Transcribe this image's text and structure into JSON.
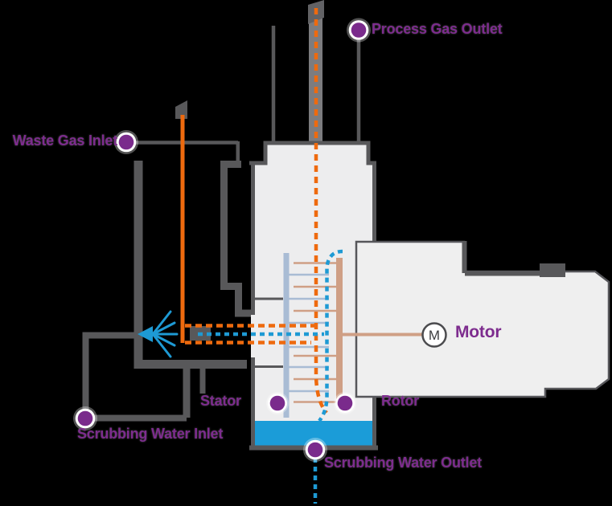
{
  "diagram": {
    "type": "venturi-scrubber-process-flow-diagram",
    "labels": {
      "process_gas_outlet": "Process Gas Outlet",
      "waste_gas_inlet": "Waste Gas Inlet",
      "scrubbing_water_inlet": "Scrubbing Water Inlet",
      "scrubbing_water_outlet": "Scrubbing Water Outlet",
      "stator": "Stator",
      "rotor": "Rotor",
      "motor": "Motor",
      "motor_symbol": "M"
    },
    "colors": {
      "background": "#000000",
      "label_text": "#7d2c8e",
      "marker_fill": "#7a2b8c",
      "pipe_gray": "#58585a",
      "vessel_fill": "#ededee",
      "motor_fill": "#efefef",
      "gas_flow_orange": "#ee6a0e",
      "water_flow_blue": "#1e9ad4",
      "water_pool_blue": "#1b9cd8",
      "rotor_tan": "#cf9f85",
      "stator_steel_blue": "#a9bcd4"
    }
  }
}
